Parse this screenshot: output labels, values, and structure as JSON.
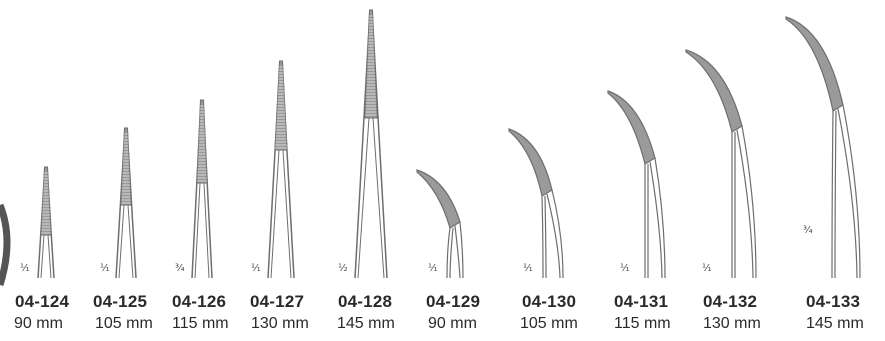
{
  "products": [
    {
      "code": "04-124",
      "length": "90 mm",
      "fraction": "¹⁄₁",
      "shape": "straight"
    },
    {
      "code": "04-125",
      "length": "105 mm",
      "fraction": "¹⁄₁",
      "shape": "straight"
    },
    {
      "code": "04-126",
      "length": "115 mm",
      "fraction": "³⁄₄",
      "shape": "straight"
    },
    {
      "code": "04-127",
      "length": "130 mm",
      "fraction": "¹⁄₁",
      "shape": "straight"
    },
    {
      "code": "04-128",
      "length": "145 mm",
      "fraction": "¹⁄₂",
      "shape": "straight"
    },
    {
      "code": "04-129",
      "length": "90 mm",
      "fraction": "¹⁄₁",
      "shape": "curved"
    },
    {
      "code": "04-130",
      "length": "105 mm",
      "fraction": "¹⁄₁",
      "shape": "curved"
    },
    {
      "code": "04-131",
      "length": "115 mm",
      "fraction": "¹⁄₁",
      "shape": "curved"
    },
    {
      "code": "04-132",
      "length": "130 mm",
      "fraction": "¹⁄₁",
      "shape": "curved"
    },
    {
      "code": "04-133",
      "length": "145 mm",
      "fraction": "³⁄₄",
      "shape": "curved"
    }
  ],
  "colors": {
    "outline": "#6e6e6e",
    "jaw_fill": "#9a9a9a",
    "text": "#2a2a2a"
  }
}
